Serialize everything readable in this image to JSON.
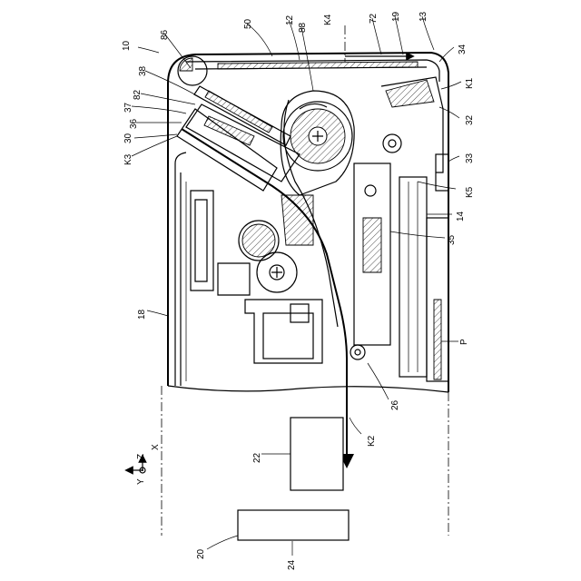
{
  "figure": {
    "reference_numerals": [
      {
        "id": "10",
        "text": "10"
      },
      {
        "id": "86",
        "text": "86"
      },
      {
        "id": "50",
        "text": "50"
      },
      {
        "id": "12",
        "text": "12"
      },
      {
        "id": "88",
        "text": "88"
      },
      {
        "id": "K4",
        "text": "K4"
      },
      {
        "id": "72",
        "text": "72"
      },
      {
        "id": "19",
        "text": "19"
      },
      {
        "id": "13",
        "text": "13"
      },
      {
        "id": "34",
        "text": "34"
      },
      {
        "id": "K1",
        "text": "K1"
      },
      {
        "id": "38",
        "text": "38"
      },
      {
        "id": "82",
        "text": "82"
      },
      {
        "id": "37",
        "text": "37"
      },
      {
        "id": "36",
        "text": "36"
      },
      {
        "id": "30",
        "text": "30"
      },
      {
        "id": "K3",
        "text": "K3"
      },
      {
        "id": "32",
        "text": "32"
      },
      {
        "id": "33",
        "text": "33"
      },
      {
        "id": "K5",
        "text": "K5"
      },
      {
        "id": "14",
        "text": "14"
      },
      {
        "id": "35",
        "text": "35"
      },
      {
        "id": "18",
        "text": "18"
      },
      {
        "id": "P",
        "text": "P"
      },
      {
        "id": "26",
        "text": "26"
      },
      {
        "id": "K2",
        "text": "K2"
      },
      {
        "id": "22",
        "text": "22"
      },
      {
        "id": "20",
        "text": "20"
      },
      {
        "id": "24",
        "text": "24"
      }
    ],
    "axes": {
      "z": "Z",
      "x": "X",
      "y": "Y"
    }
  }
}
